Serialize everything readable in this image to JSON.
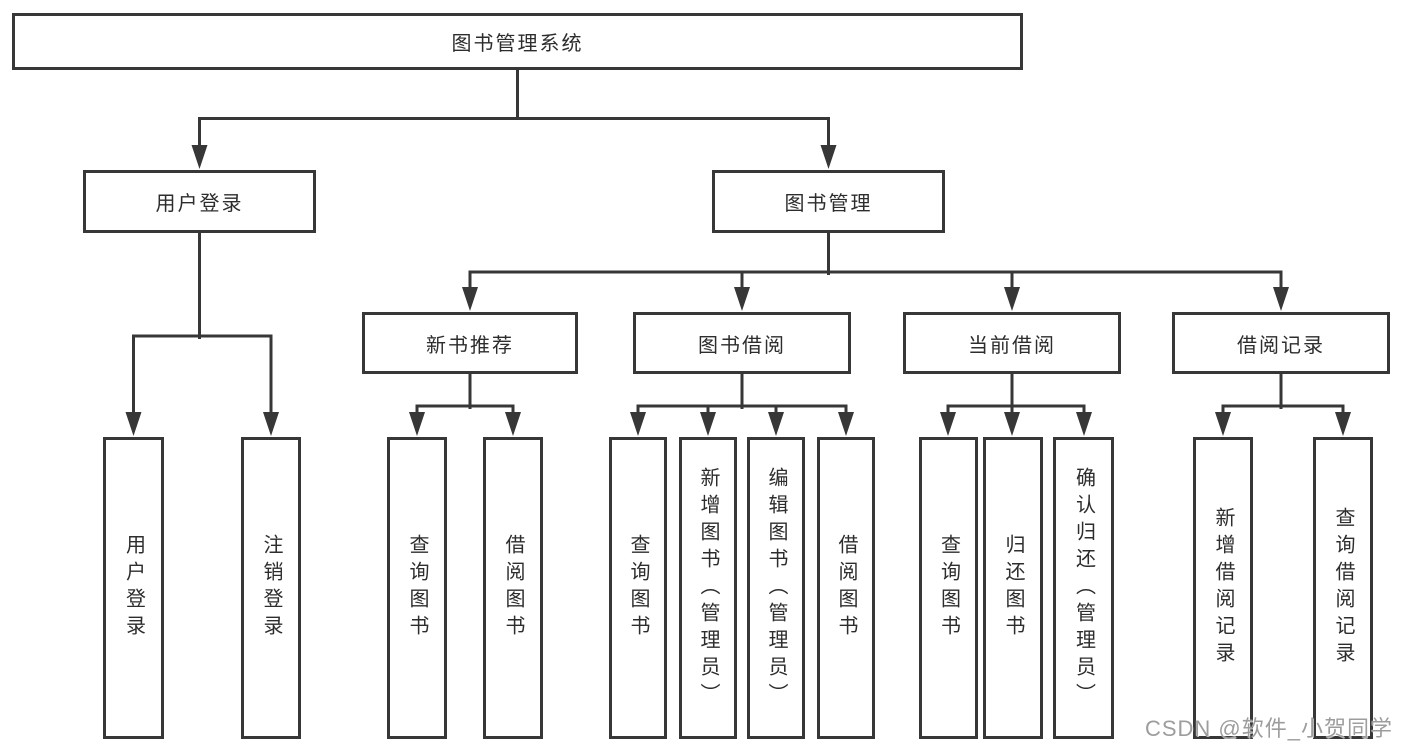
{
  "diagram": {
    "root": {
      "label": "图书管理系统"
    },
    "level2": [
      "用户登录",
      "图书管理"
    ],
    "level3": [
      "新书推荐",
      "图书借阅",
      "当前借阅",
      "借阅记录"
    ],
    "leaves": {
      "user_login": [
        "用户登录",
        "注销登录"
      ],
      "new_book_recommend": [
        "查询图书",
        "借阅图书"
      ],
      "book_borrow": [
        "查询图书",
        "新增图书（管理员）",
        "编辑图书（管理员）",
        "借阅图书"
      ],
      "current_borrow": [
        "查询图书",
        "归还图书",
        "确认归还（管理员）"
      ],
      "borrow_record": [
        "新增借阅记录",
        "查询借阅记录"
      ]
    },
    "watermark": "CSDN @软件_小贺同学",
    "colors": {
      "line": "#373737",
      "text": "#2d2d2d",
      "watermark": "#9d9d9d",
      "bg": "#ffffff"
    }
  }
}
